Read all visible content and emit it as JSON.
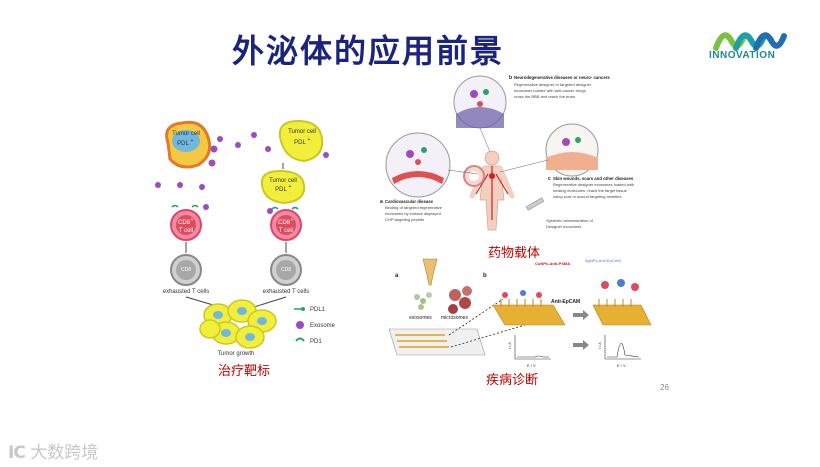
{
  "slide": {
    "title": "外泌体的应用前景",
    "page_number": "26"
  },
  "logo": {
    "text": "INNOVATION",
    "colors": [
      "#7cc242",
      "#1ba0a6",
      "#1f6fb5"
    ]
  },
  "left_panel": {
    "caption": "治疗靶标",
    "tumor_cell_label": "Tumor cell",
    "pdl1_label": "PDL",
    "pdl1_sup": "+",
    "cd8_label": "CD8",
    "cd8_sup": "+",
    "t_cell_label": "T cell",
    "cd8_t_cells_label": "CD8",
    "exhausted_label": "exhausted T cells",
    "tumor_growth_label": "Tumor growth",
    "legend": [
      {
        "label": "PDL1",
        "icon": "pdl1-icon"
      },
      {
        "label": "Exosome",
        "icon": "exosome-icon"
      },
      {
        "label": "PD1",
        "icon": "pd1-icon"
      }
    ]
  },
  "right_top_panel": {
    "caption": "药物载体",
    "section_a_letter": "a",
    "section_a_title": "Cardiovascular disease",
    "section_a_text": [
      "Binding of targeted regenerative",
      "exosomes by surface displayed",
      "CHP targeting peptide"
    ],
    "section_b_letter": "b",
    "section_b_title": "Neurodegenerative diseases or neuro- cancers",
    "section_b_text": [
      "Regenerative designer or targeted designer",
      "exosomes loaded with anti-cancer drugs,",
      "cross the BBB and reach the brain"
    ],
    "section_c_letter": "c",
    "section_c_title": "Skin wounds, scars and other diseases",
    "section_c_text": [
      "Regenerative designer exosomes loaded with",
      "healing molecules, reach the target tissue",
      "using scar or wound targeting moieties"
    ],
    "systemic_text": [
      "Systemic administration of",
      "Designer exosomes"
    ]
  },
  "right_bottom_panel": {
    "caption": "疾病诊断",
    "label_a": "a",
    "label_b": "b",
    "exosomes_label": "exosomes",
    "microsomes_label": "microsomes",
    "cupps_label": "CuNPs-Anti-PSMA",
    "agnps_label": "AgNPs-Anti-EpCAM",
    "anti_epcam_label": "Anti-EpCAM",
    "axis_y_label": "I / A",
    "axis_x_label": "E / V"
  },
  "watermark": {
    "logo_text": "IC",
    "text": "大数跨境"
  }
}
